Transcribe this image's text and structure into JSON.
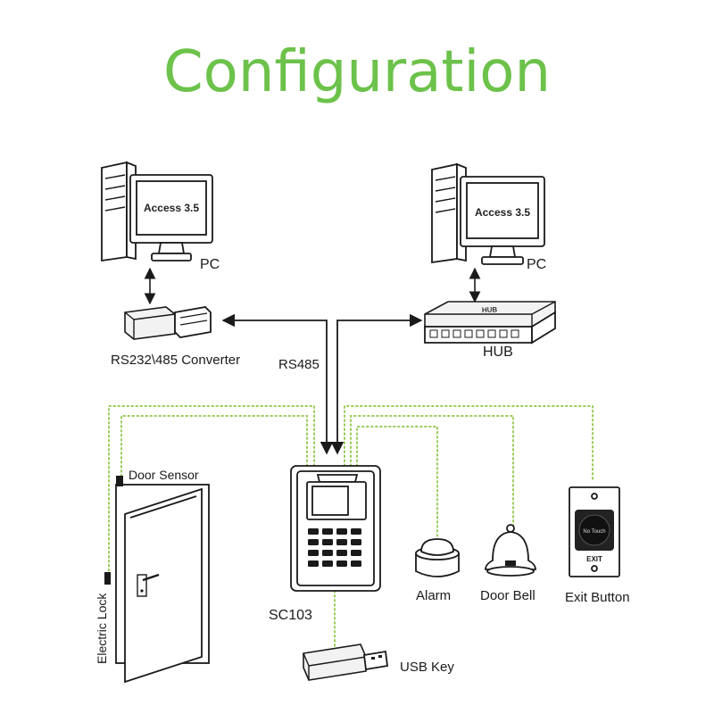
{
  "title": "Configuration",
  "colors": {
    "accent": "#6cc24a",
    "wiring": "#9ccc5a",
    "line": "#1a1a1a"
  },
  "pc_left": {
    "screen_text": "Access 3.5",
    "label": "PC"
  },
  "pc_right": {
    "screen_text": "Access 3.5",
    "label": "PC"
  },
  "converter": {
    "label": "RS232\\485 Converter"
  },
  "hub": {
    "label": "HUB",
    "device_text": "HUB"
  },
  "bus": {
    "label": "RS485"
  },
  "door": {
    "sensor_label": "Door Sensor",
    "lock_label": "Electric Lock"
  },
  "controller": {
    "label": "SC103"
  },
  "alarm": {
    "label": "Alarm"
  },
  "door_bell": {
    "label": "Door Bell"
  },
  "exit_button": {
    "label": "Exit Button",
    "face_text": "No Touch",
    "plate_text": "EXIT"
  },
  "usb_key": {
    "label": "USB Key"
  }
}
